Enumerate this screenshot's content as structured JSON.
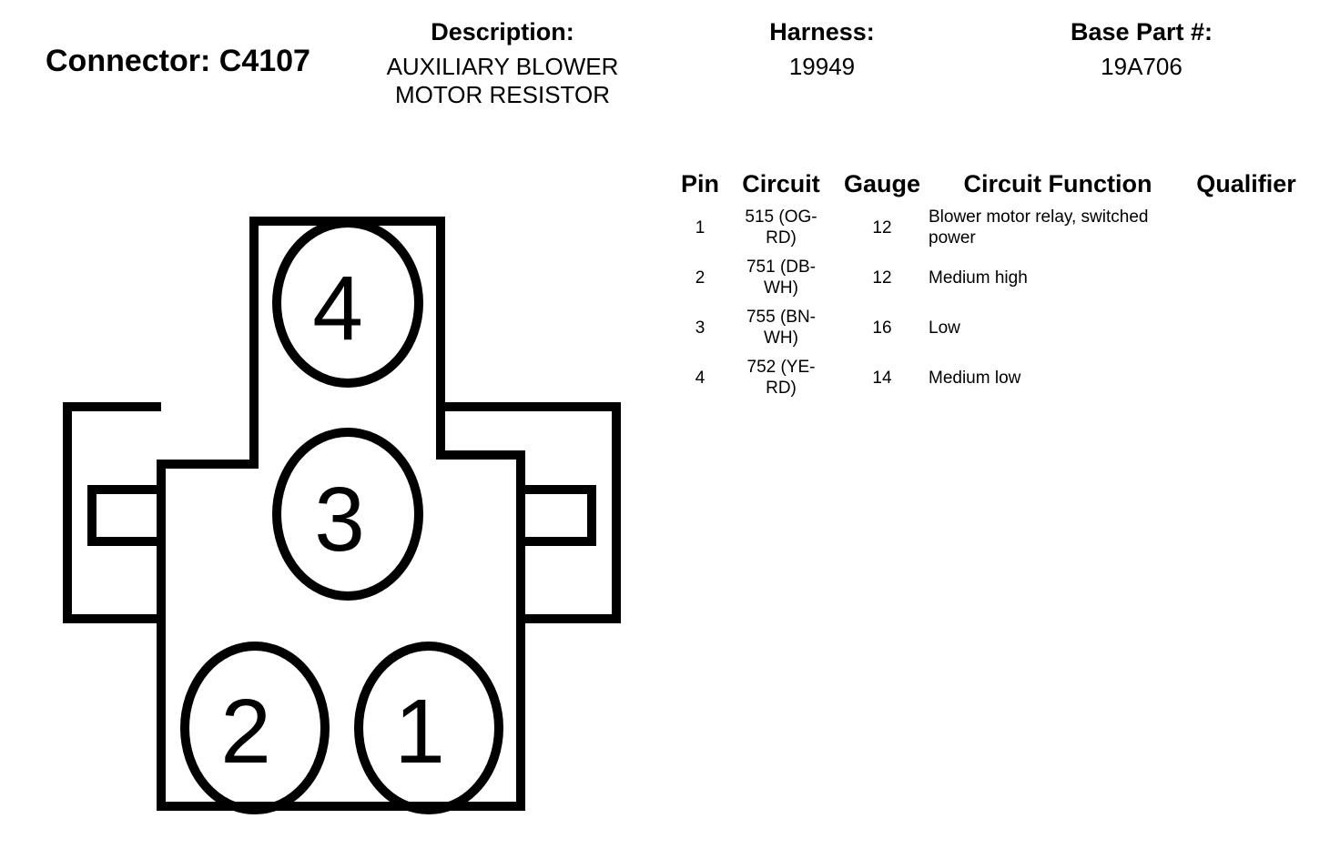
{
  "connector": {
    "title": "Connector: C4107"
  },
  "header": {
    "description_label": "Description:",
    "description_line1": "AUXILIARY BLOWER",
    "description_line2": "MOTOR RESISTOR",
    "harness_label": "Harness:",
    "harness_value": "19949",
    "base_part_label": "Base Part #:",
    "base_part_value": "19A706"
  },
  "table": {
    "columns": {
      "pin": "Pin",
      "circuit": "Circuit",
      "gauge": "Gauge",
      "function": "Circuit Function",
      "qualifier": "Qualifier"
    },
    "rows": [
      {
        "pin": "1",
        "circuit_line1": "515 (OG-",
        "circuit_line2": "RD)",
        "gauge": "12",
        "function_line1": "Blower motor relay, switched",
        "function_line2": "power",
        "qualifier": ""
      },
      {
        "pin": "2",
        "circuit_line1": "751 (DB-",
        "circuit_line2": "WH)",
        "gauge": "12",
        "function_line1": "Medium high",
        "function_line2": "",
        "qualifier": ""
      },
      {
        "pin": "3",
        "circuit_line1": "755 (BN-",
        "circuit_line2": "WH)",
        "gauge": "16",
        "function_line1": "Low",
        "function_line2": "",
        "qualifier": ""
      },
      {
        "pin": "4",
        "circuit_line1": "752 (YE-",
        "circuit_line2": "RD)",
        "gauge": "14",
        "function_line1": "Medium low",
        "function_line2": "",
        "qualifier": ""
      }
    ]
  },
  "diagram": {
    "pin_labels": [
      "4",
      "3",
      "2",
      "1"
    ]
  }
}
